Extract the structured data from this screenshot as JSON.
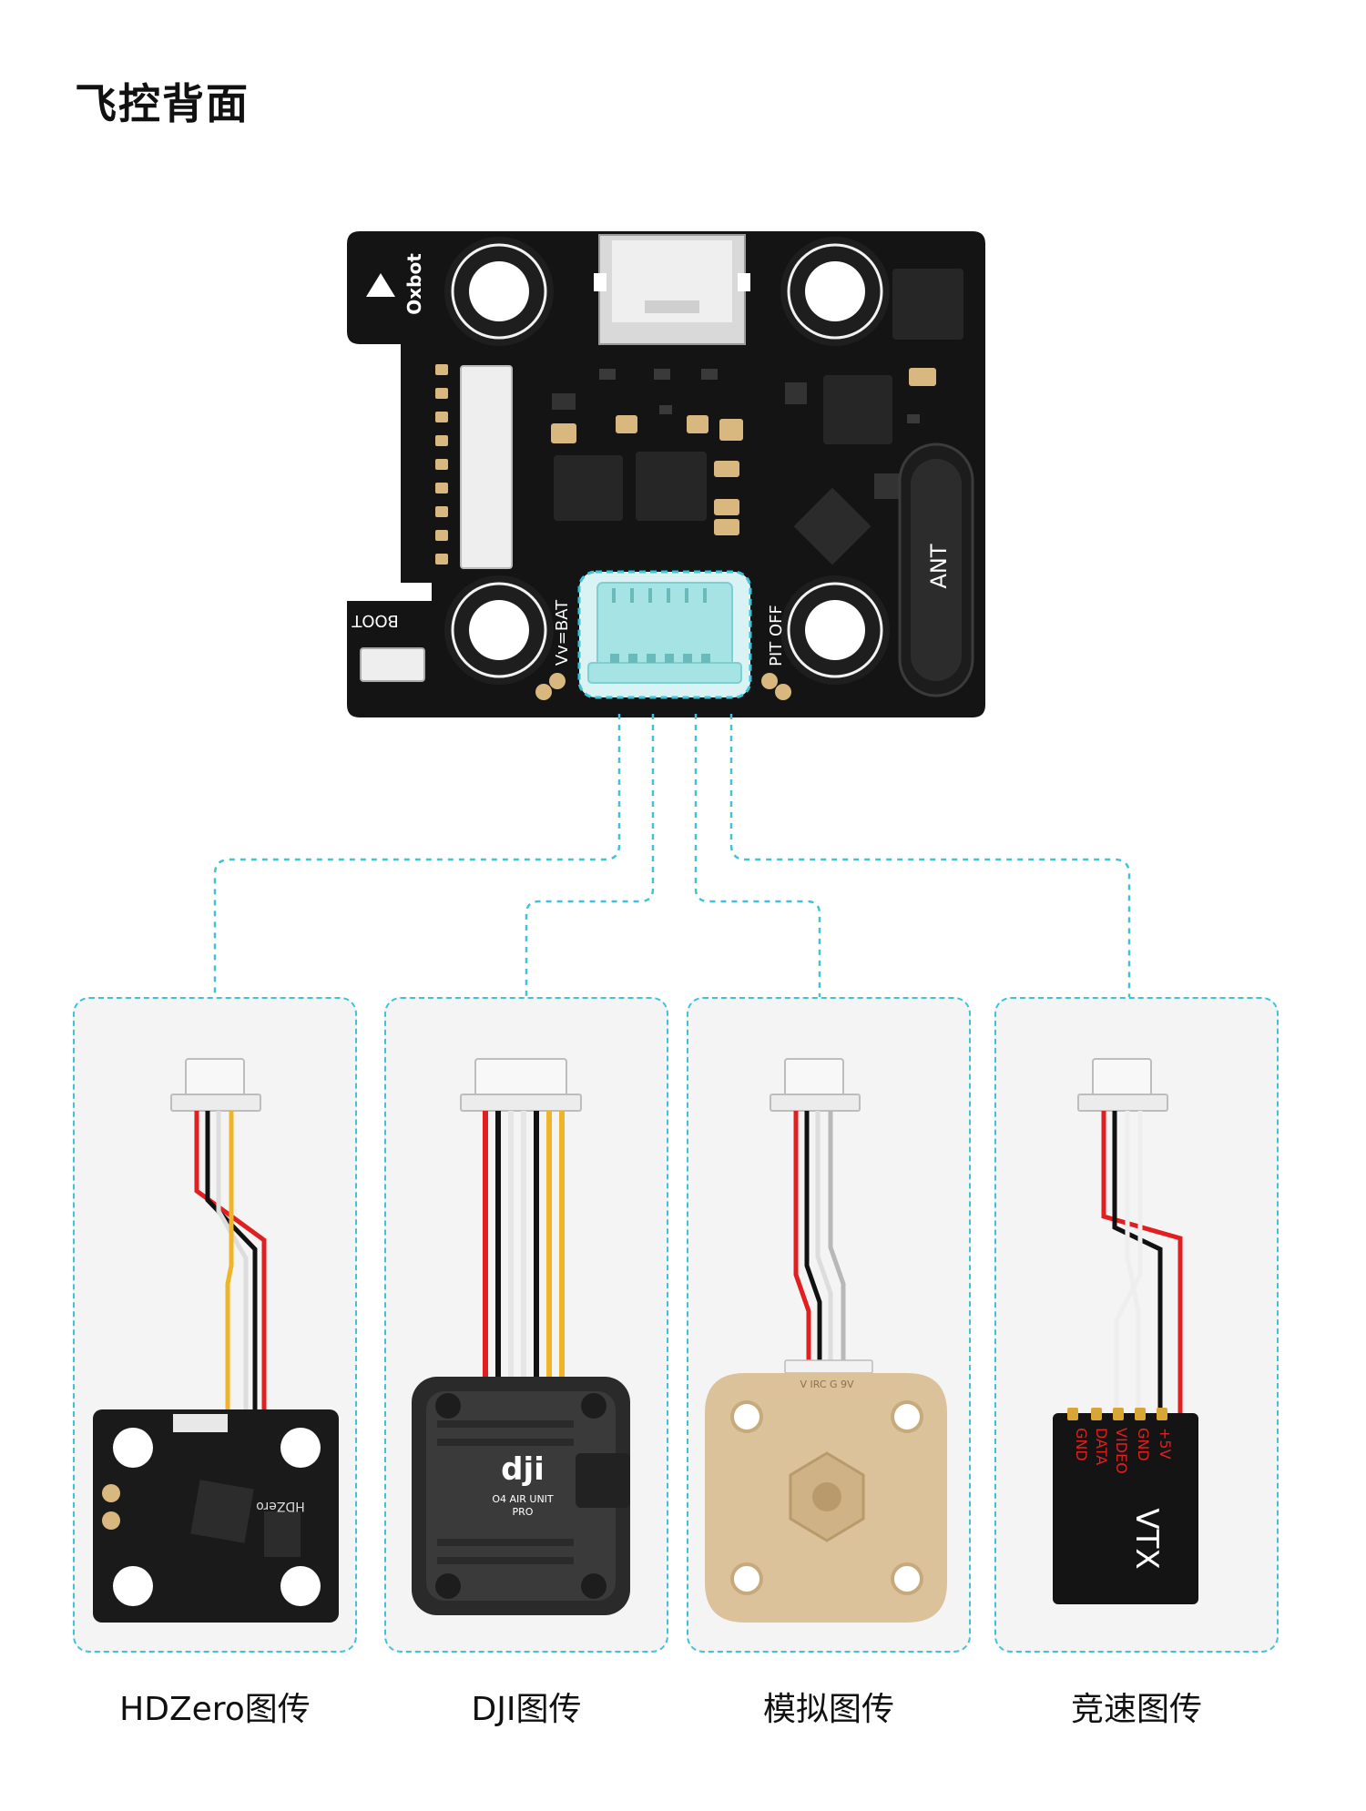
{
  "title": "飞控背面",
  "board": {
    "brand": "Oxbot",
    "boot_label": "BOOT",
    "vbat_label": "Vv=BAT",
    "pit_label": "PIT OFF",
    "ant_label": "ANT"
  },
  "targets": [
    {
      "id": "hdzero",
      "label": "HDZero图传",
      "brand_text": "HDZero"
    },
    {
      "id": "dji",
      "label": "DJI图传",
      "brand_text": "dji",
      "sub_text_1": "O4 AIR UNIT",
      "sub_text_2": "PRO"
    },
    {
      "id": "analog",
      "label": "模拟图传",
      "pin_text": "V IRC G 9V"
    },
    {
      "id": "racing",
      "label": "竞速图传",
      "pins": [
        "GND",
        "DATA",
        "VIDEO",
        "GND",
        "+5V"
      ],
      "module_text": "VTX"
    }
  ],
  "colors": {
    "accent": "#3fc3d7",
    "board": "#111111",
    "connector_highlight": "#a6e3e4",
    "wire_red": "#e02020",
    "wire_black": "#111111",
    "wire_white": "#ffffff",
    "wire_yellow": "#f0b429",
    "gold": "#d9b87f"
  }
}
